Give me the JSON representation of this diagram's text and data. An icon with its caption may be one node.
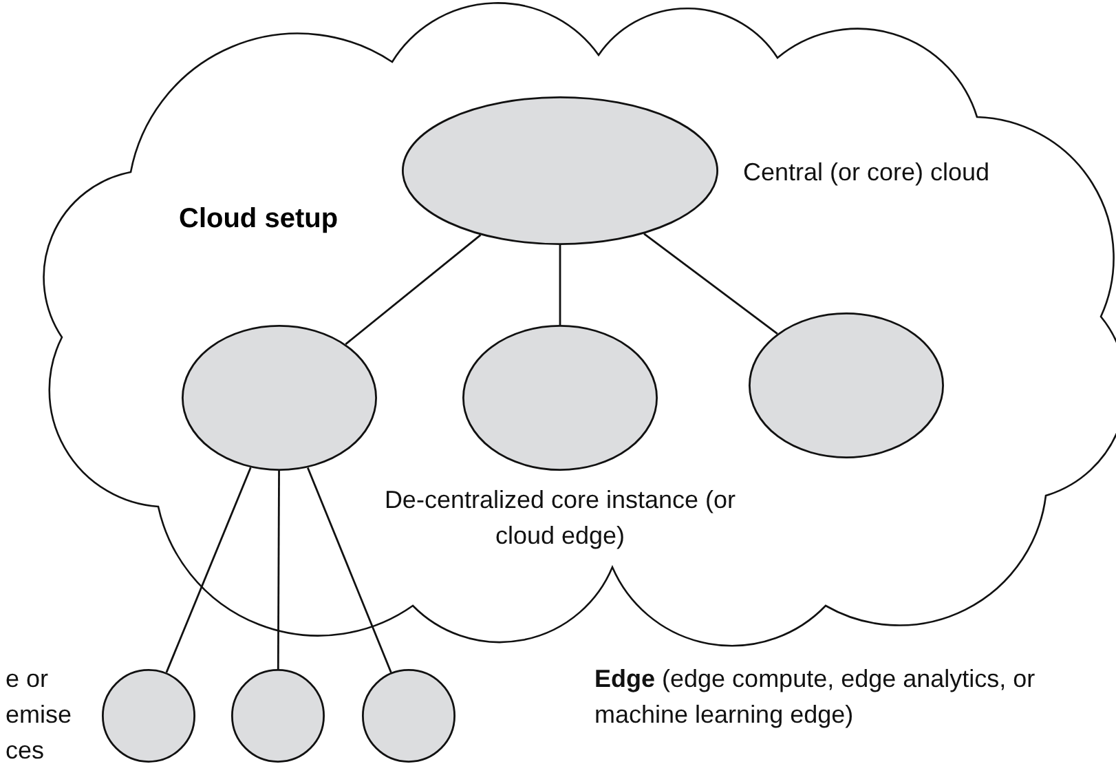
{
  "diagram": {
    "nodes": [
      {
        "text": [
          "Cloud setup"
        ]
      },
      {
        "text": [],
        "shape": "ellipse",
        "in": 0,
        "beside": [
          "Central (or core) cloud"
        ]
      },
      {
        "text": [],
        "shape": "ellipse",
        "in": 0
      },
      {
        "text": [],
        "shape": "ellipse",
        "in": 0,
        "beside": [
          "De-centralized core instance (or cloud edge)"
        ]
      },
      {
        "text": [],
        "shape": "ellipse",
        "in": 0
      },
      {
        "text": [],
        "shape": "circle"
      },
      {
        "text": [],
        "shape": "circle"
      },
      {
        "text": [],
        "shape": "circle"
      }
    ],
    "edges": [
      {
        "from": 1,
        "to": 2,
        "arrow": "none"
      },
      {
        "from": 1,
        "to": 3,
        "arrow": "none"
      },
      {
        "from": 1,
        "to": 4,
        "arrow": "none"
      },
      {
        "from": 2,
        "to": 5,
        "arrow": "none"
      },
      {
        "from": 2,
        "to": 6,
        "arrow": "none"
      },
      {
        "from": 2,
        "to": 7,
        "arrow": "none"
      }
    ],
    "labels": [
      "e or emise ces",
      "**Edge** (edge compute, edge analytics, or machine learning edge)"
    ]
  }
}
